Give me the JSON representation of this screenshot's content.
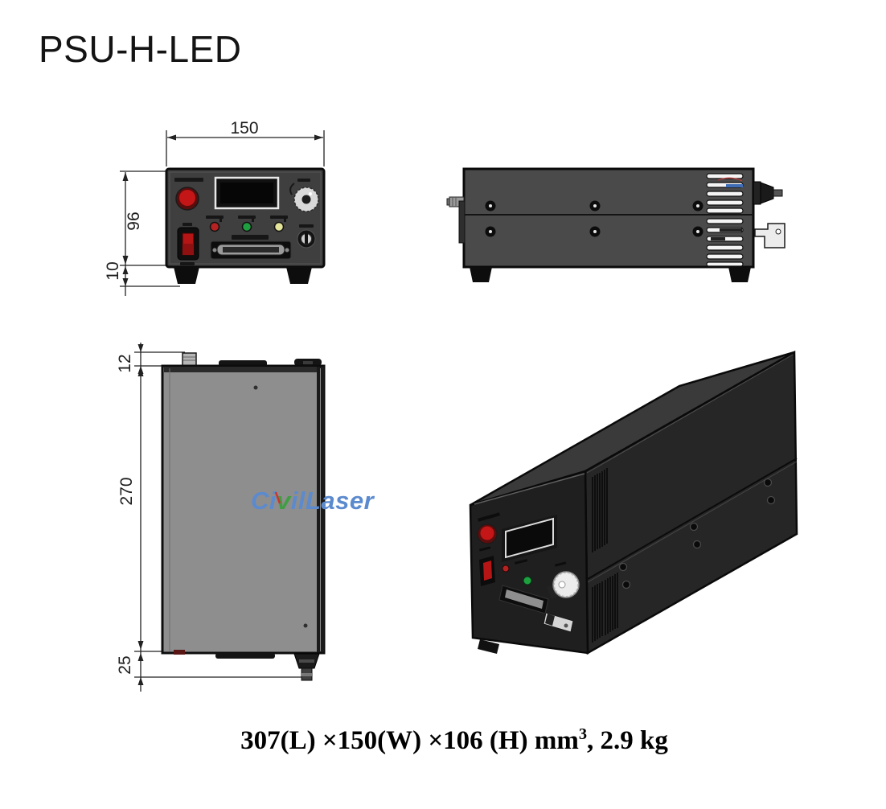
{
  "title": "PSU-H-LED",
  "caption": {
    "prefix": "307(L) ×150(W) ×106 (H) mm",
    "sup": "3",
    "suffix": ", 2.9 kg"
  },
  "watermark": {
    "part1": "Ci",
    "part2": "v",
    "part3": "ilLaser",
    "color_blue": "#5b8ace",
    "accent_green": "#3f9e44",
    "accent_red": "#cc3333"
  },
  "views": {
    "front": {
      "dims": {
        "width": "150",
        "height": "96",
        "foot_height": "10"
      }
    },
    "top": {
      "dims": {
        "rear_connector": "12",
        "length": "270",
        "front_connector": "25"
      }
    }
  },
  "colors": {
    "panel_dark": "#3f3f3f",
    "side_gray": "#4a4a4a",
    "top_gray": "#8e8e8e",
    "estop_red": "#c41616",
    "led_red": "#b52222",
    "led_green": "#1fa040",
    "led_yellow": "#e4e49a",
    "rocker_red": "#b51515"
  }
}
